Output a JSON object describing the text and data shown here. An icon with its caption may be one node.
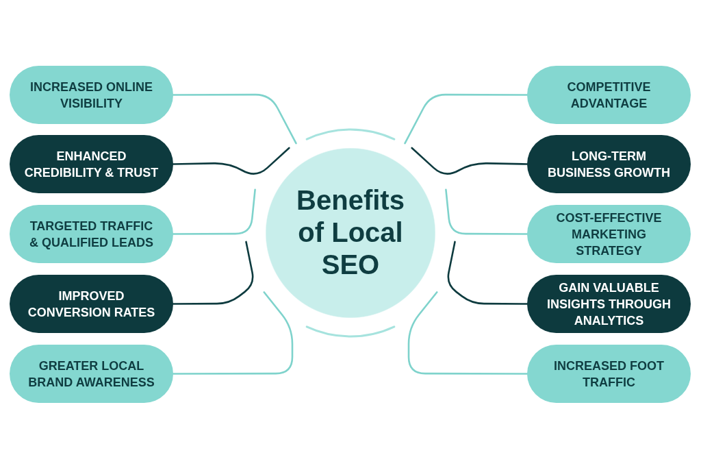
{
  "diagram": {
    "nodes": [
      {
        "text": [
          "Benefits of Local SEO"
        ]
      },
      {
        "text": [
          "INCREASED ONLINE VISIBILITY"
        ]
      },
      {
        "text": [
          "ENHANCED CREDIBILITY & TRUST"
        ]
      },
      {
        "text": [
          "TARGETED TRAFFIC & QUALIFIED LEADS"
        ]
      },
      {
        "text": [
          "IMPROVED CONVERSION RATES"
        ]
      },
      {
        "text": [
          "GREATER LOCAL BRAND AWARENESS"
        ]
      },
      {
        "text": [
          "COMPETITIVE ADVANTAGE"
        ]
      },
      {
        "text": [
          "LONG-TERM BUSINESS GROWTH"
        ]
      },
      {
        "text": [
          "COST-EFFECTIVE MARKETING STRATEGY"
        ]
      },
      {
        "text": [
          "GAIN VALUABLE INSIGHTS THROUGH ANALYTICS"
        ]
      },
      {
        "text": [
          "INCREASED FOOT TRAFFIC"
        ]
      }
    ],
    "edges": [
      {
        "from": 0,
        "to": 1,
        "arrow": "none"
      },
      {
        "from": 0,
        "to": 2,
        "arrow": "none",
        "color": "#0e3b3f"
      },
      {
        "from": 0,
        "to": 3,
        "arrow": "none"
      },
      {
        "from": 0,
        "to": 4,
        "arrow": "none",
        "color": "#0e3b3f"
      },
      {
        "from": 0,
        "to": 5,
        "arrow": "none"
      },
      {
        "from": 0,
        "to": 6,
        "arrow": "none"
      },
      {
        "from": 0,
        "to": 7,
        "arrow": "none",
        "color": "#0e3b3f"
      },
      {
        "from": 0,
        "to": 8,
        "arrow": "none"
      },
      {
        "from": 0,
        "to": 9,
        "arrow": "none",
        "color": "#0e3b3f"
      },
      {
        "from": 0,
        "to": 10,
        "arrow": "none"
      }
    ]
  }
}
